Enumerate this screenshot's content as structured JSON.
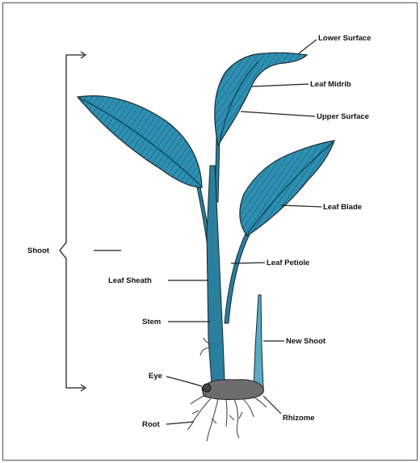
{
  "colors": {
    "leaf_fill": "#2f8fb0",
    "leaf_dark": "#0e4d68",
    "stem": "#2a7f9e",
    "outline": "#1a2a33",
    "root": "#4a4a4a",
    "line": "#222222"
  },
  "labels": {
    "lower_surface": "Lower Surface",
    "leaf_midrib": "Leaf Midrib",
    "upper_surface": "Upper Surface",
    "leaf_blade": "Leaf Blade",
    "leaf_petiole": "Leaf Petiole",
    "new_shoot": "New Shoot",
    "rhizome": "Rhizome",
    "shoot": "Shoot",
    "leaf_sheath": "Leaf Sheath",
    "stem": "Stem",
    "eye": "Eye",
    "root": "Root"
  }
}
